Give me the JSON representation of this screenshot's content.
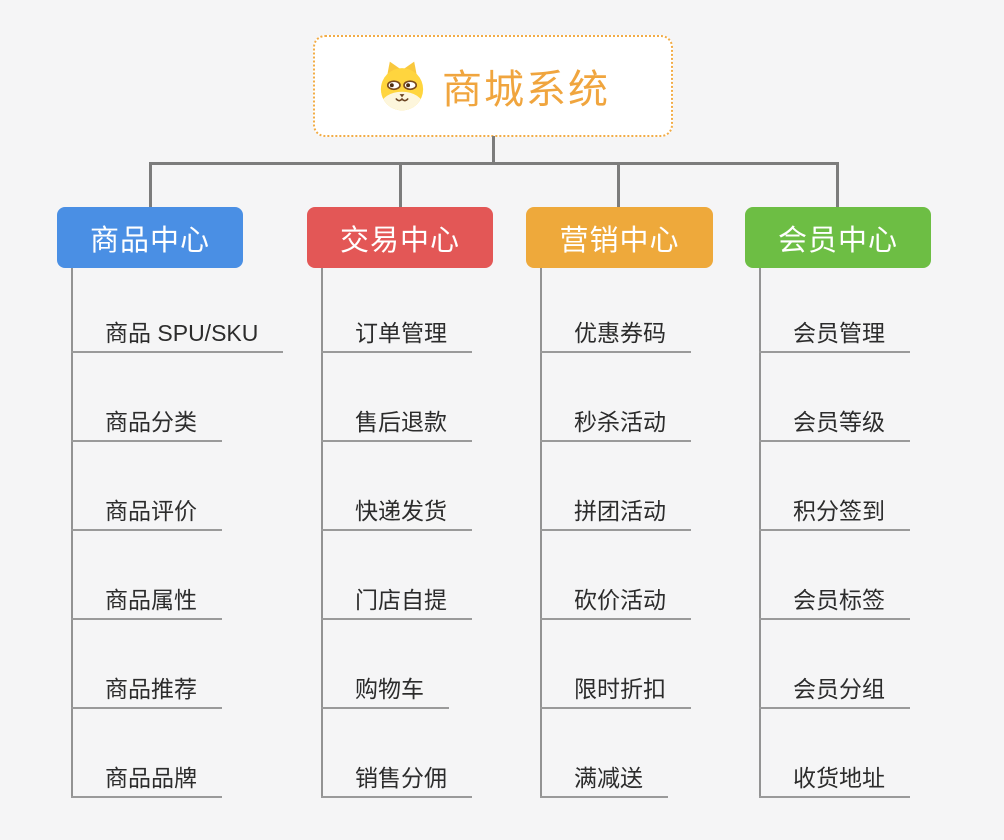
{
  "root": {
    "title": "商城系统",
    "icon": "dog-face-icon",
    "accent_color": "#F0A53E",
    "border_color": "#F2AC46"
  },
  "connector_color": "#7C7C7C",
  "underline_color": "#9A9A9A",
  "background_color": "#F5F5F6",
  "branches": [
    {
      "label": "商品中心",
      "color": "#4A8FE4",
      "items": [
        "商品 SPU/SKU",
        "商品分类",
        "商品评价",
        "商品属性",
        "商品推荐",
        "商品品牌"
      ]
    },
    {
      "label": "交易中心",
      "color": "#E35756",
      "items": [
        "订单管理",
        "售后退款",
        "快递发货",
        "门店自提",
        "购物车",
        "销售分佣"
      ]
    },
    {
      "label": "营销中心",
      "color": "#EEA93B",
      "items": [
        "优惠券码",
        "秒杀活动",
        "拼团活动",
        "砍价活动",
        "限时折扣",
        "满减送"
      ]
    },
    {
      "label": "会员中心",
      "color": "#6DBE44",
      "items": [
        "会员管理",
        "会员等级",
        "积分签到",
        "会员标签",
        "会员分组",
        "收货地址"
      ]
    }
  ]
}
